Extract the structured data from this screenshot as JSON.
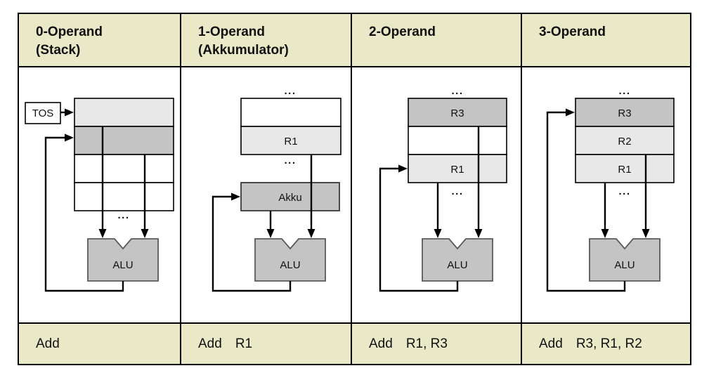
{
  "columns": [
    {
      "id": "stack",
      "header_line1": "0-Operand",
      "header_line2": "(Stack)",
      "instruction": {
        "mnemonic": "Add",
        "operands": ""
      },
      "labels": {
        "pointer": "TOS",
        "alu": "ALU",
        "dots": "..."
      }
    },
    {
      "id": "akkumulator",
      "header_line1": "1-Operand",
      "header_line2": "(Akkumulator)",
      "instruction": {
        "mnemonic": "Add",
        "operands": "R1"
      },
      "labels": {
        "reg1": "R1",
        "acc": "Akku",
        "alu": "ALU",
        "dots": "..."
      }
    },
    {
      "id": "two-operand",
      "header_line1": "2-Operand",
      "header_line2": "",
      "instruction": {
        "mnemonic": "Add",
        "operands": "R1, R3"
      },
      "labels": {
        "reg_top": "R3",
        "reg_bottom": "R1",
        "alu": "ALU",
        "dots": "..."
      }
    },
    {
      "id": "three-operand",
      "header_line1": "3-Operand",
      "header_line2": "",
      "instruction": {
        "mnemonic": "Add",
        "operands": "R3, R1, R2"
      },
      "labels": {
        "reg_top": "R3",
        "reg_mid": "R2",
        "reg_bottom": "R1",
        "alu": "ALU",
        "dots": "..."
      }
    }
  ],
  "colors": {
    "band_bg": "#e9e9c8",
    "cell_light_gray": "#e8e8e8",
    "cell_mid_gray": "#c4c4c4",
    "cell_white": "#ffffff",
    "alu_fill": "#c4c4c4",
    "alu_border": "#5a5a5a",
    "line_color": "#000000"
  }
}
